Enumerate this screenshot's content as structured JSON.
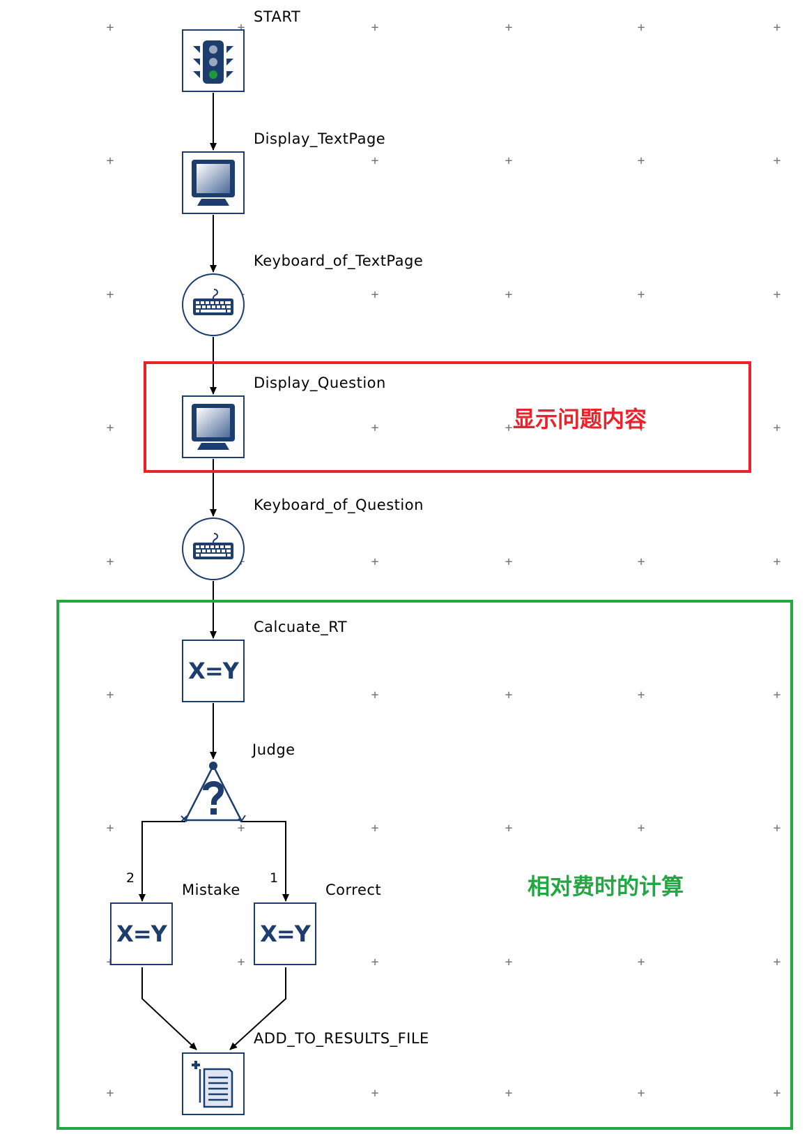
{
  "flow": {
    "nodes": {
      "start": {
        "label": "START",
        "icon": "traffic-light-icon"
      },
      "display_textpage": {
        "label": "Display_TextPage",
        "icon": "monitor-icon"
      },
      "keyboard_textpage": {
        "label": "Keyboard_of_TextPage",
        "icon": "keyboard-icon"
      },
      "display_question": {
        "label": "Display_Question",
        "icon": "monitor-icon"
      },
      "keyboard_question": {
        "label": "Keyboard_of_Question",
        "icon": "keyboard-icon"
      },
      "calcuate_rt": {
        "label": "Calcuate_RT",
        "icon_text": "X=Y"
      },
      "judge": {
        "label": "Judge",
        "icon": "question-branch-icon"
      },
      "mistake": {
        "label": "Mistake",
        "icon_text": "X=Y",
        "branch": "2"
      },
      "correct": {
        "label": "Correct",
        "icon_text": "X=Y",
        "branch": "1"
      },
      "add_results": {
        "label": "ADD_TO_RESULTS_FILE",
        "icon": "add-file-icon"
      }
    }
  },
  "annotations": {
    "red": {
      "text": "显示问题内容",
      "color": "#e8232b"
    },
    "green": {
      "text": "相对费时的计算",
      "color": "#22a843"
    }
  }
}
